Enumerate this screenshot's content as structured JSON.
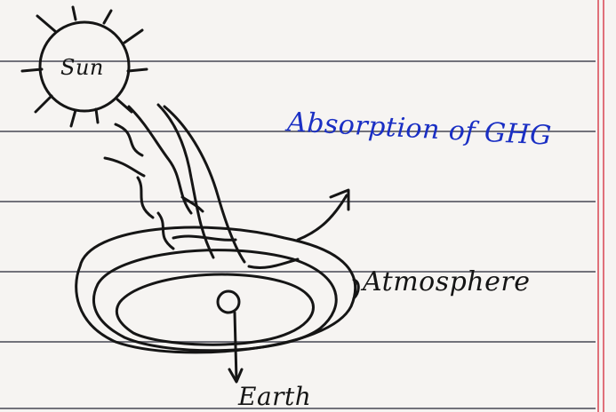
{
  "labels": {
    "sun": "Sun",
    "absorption": "Absorption of GHG",
    "atmosphere": "Atmosphere",
    "earth": "Earth"
  },
  "colors": {
    "paper": "#f6f4f2",
    "ruled_line": "#5a5a66",
    "margin_line": "#e0707a",
    "pencil_ink": "#151515",
    "blue_ink": "#1a2fc4"
  }
}
